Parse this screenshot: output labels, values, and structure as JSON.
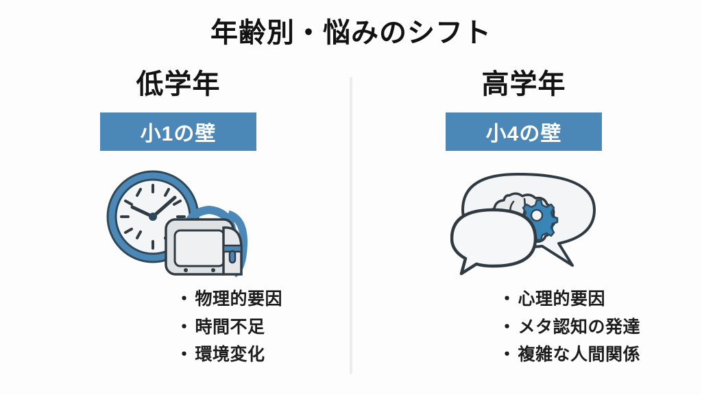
{
  "slide": {
    "title": "年齢別・悩みのシフト",
    "background_color": "#fdfdfd",
    "accent_color": "#4c88b7",
    "text_color": "#121212",
    "divider_color": "#ececec"
  },
  "columns": {
    "left": {
      "heading": "低学年",
      "badge_label": "小1の壁",
      "illustration_name": "clock-and-backpack-illustration",
      "bullet_marker": "・",
      "bullets": [
        "物理的要因",
        "時間不足",
        "環境変化"
      ]
    },
    "right": {
      "heading": "高学年",
      "badge_label": "小4の壁",
      "illustration_name": "speech-bubbles-brain-gear-illustration",
      "bullet_marker": "・",
      "bullets": [
        "心理的要因",
        "メタ認知の発達",
        "複雑な人間関係"
      ]
    }
  }
}
